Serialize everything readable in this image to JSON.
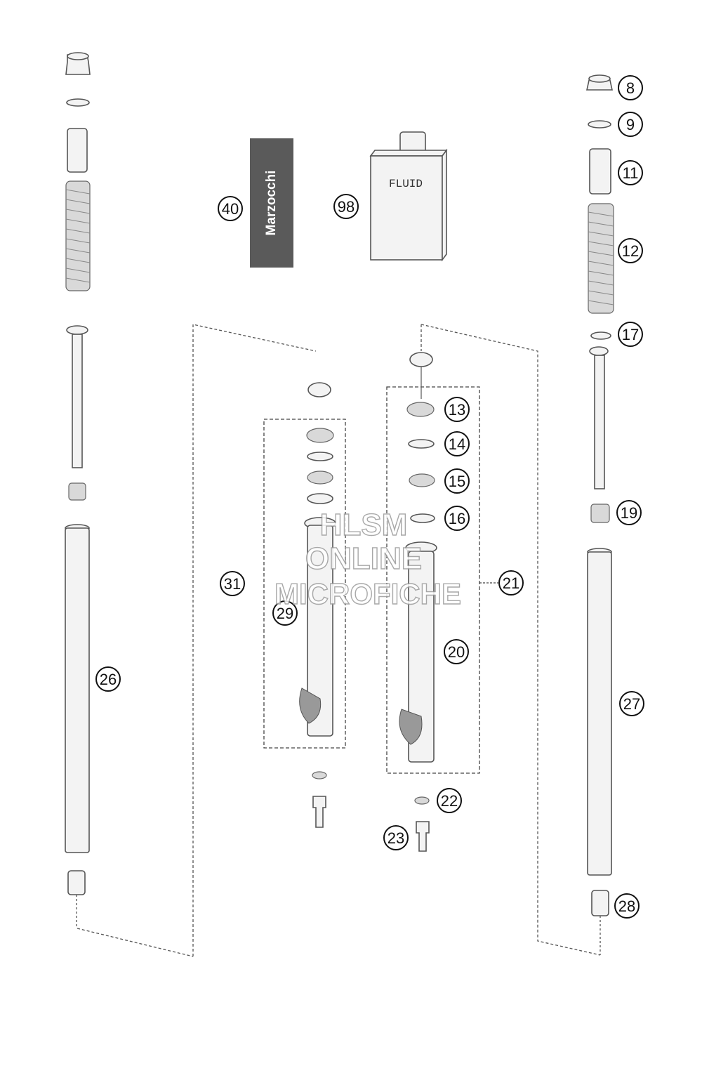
{
  "callouts": {
    "c8": "8",
    "c9": "9",
    "c11": "11",
    "c12": "12",
    "c13": "13",
    "c14": "14",
    "c15": "15",
    "c16": "16",
    "c17": "17",
    "c19": "19",
    "c20": "20",
    "c21": "21",
    "c22": "22",
    "c23": "23",
    "c26": "26",
    "c27": "27",
    "c28": "28",
    "c29": "29",
    "c31": "31",
    "c40": "40",
    "c98": "98"
  },
  "decal": {
    "brand": "Marzocchi"
  },
  "bottle": {
    "label": "FLUID"
  },
  "watermark": {
    "line1": "HLSM",
    "line2": "ONLINE",
    "line3": "MICROFICHE"
  }
}
